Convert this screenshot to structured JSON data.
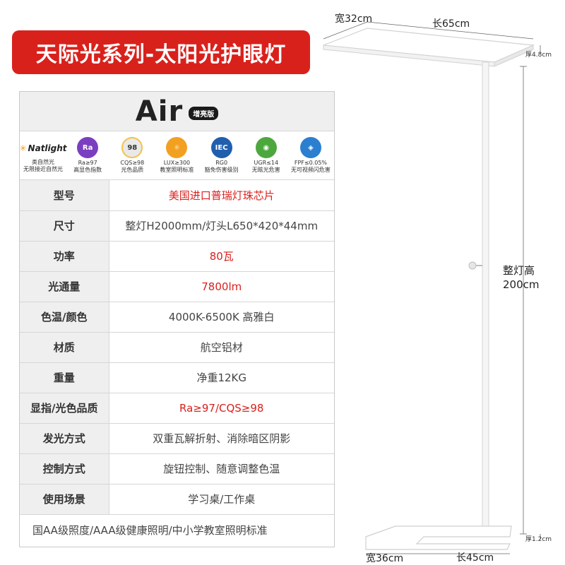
{
  "title": "天际光系列-太阳光护眼灯",
  "panel": {
    "model_name": "Air",
    "edition_badge": "增亮版"
  },
  "badges": [
    {
      "icon": "natlight-logo",
      "text": "Natlight",
      "label": "类自然光\n无限接近自然光"
    },
    {
      "icon": "ra-icon",
      "text": "Ra",
      "label": "Ra≥97\n高显色指数",
      "color": "#7a3fc0"
    },
    {
      "icon": "cqs-icon",
      "text": "98",
      "label": "CQS≥98\n光色品质",
      "color": "#e9e9e9"
    },
    {
      "icon": "lux-icon",
      "text": "☼",
      "label": "LUX≥300\n教室照明标准",
      "color": "#f2a01f"
    },
    {
      "icon": "iec-icon",
      "text": "IEC",
      "label": "RG0\n豁免伤害级别",
      "color": "#1f5fae"
    },
    {
      "icon": "eye-icon",
      "text": "◉",
      "label": "UGR≤14\n无眩光危害",
      "color": "#4ca83d"
    },
    {
      "icon": "flicker-icon",
      "text": "◈",
      "label": "FPF≤0.05%\n无可视频闪危害",
      "color": "#2a7fd0"
    }
  ],
  "specs": [
    {
      "key": "型号",
      "value": "美国进口普瑞灯珠芯片",
      "highlight": true
    },
    {
      "key": "尺寸",
      "value": "整灯H2000mm/灯头L650*420*44mm",
      "highlight": false
    },
    {
      "key": "功率",
      "value": "80瓦",
      "highlight": true
    },
    {
      "key": "光通量",
      "value": "7800lm",
      "highlight": true
    },
    {
      "key": "色温/颜色",
      "value": "4000K-6500K 高雅白",
      "highlight": false
    },
    {
      "key": "材质",
      "value": "航空铝材",
      "highlight": false
    },
    {
      "key": "重量",
      "value": "净重12KG",
      "highlight": false
    },
    {
      "key": "显指/光色品质",
      "value": "Ra≥97/CQS≥98",
      "highlight": true
    },
    {
      "key": "发光方式",
      "value": "双重瓦解折射、消除暗区阴影",
      "highlight": false
    },
    {
      "key": "控制方式",
      "value": "旋钮控制、随意调整色温",
      "highlight": false
    },
    {
      "key": "使用场景",
      "value": "学习桌/工作桌",
      "highlight": false
    }
  ],
  "footer_note": "国AA级照度/AAA级健康照明/中小学教室照明标准",
  "dimensions": {
    "head_width": "宽32cm",
    "head_length": "长65cm",
    "head_thickness": "厚4.8cm",
    "height_line1": "整灯高",
    "height_line2": "200cm",
    "base_thickness": "厚1.2cm",
    "base_width": "宽36cm",
    "base_length": "长45cm"
  }
}
